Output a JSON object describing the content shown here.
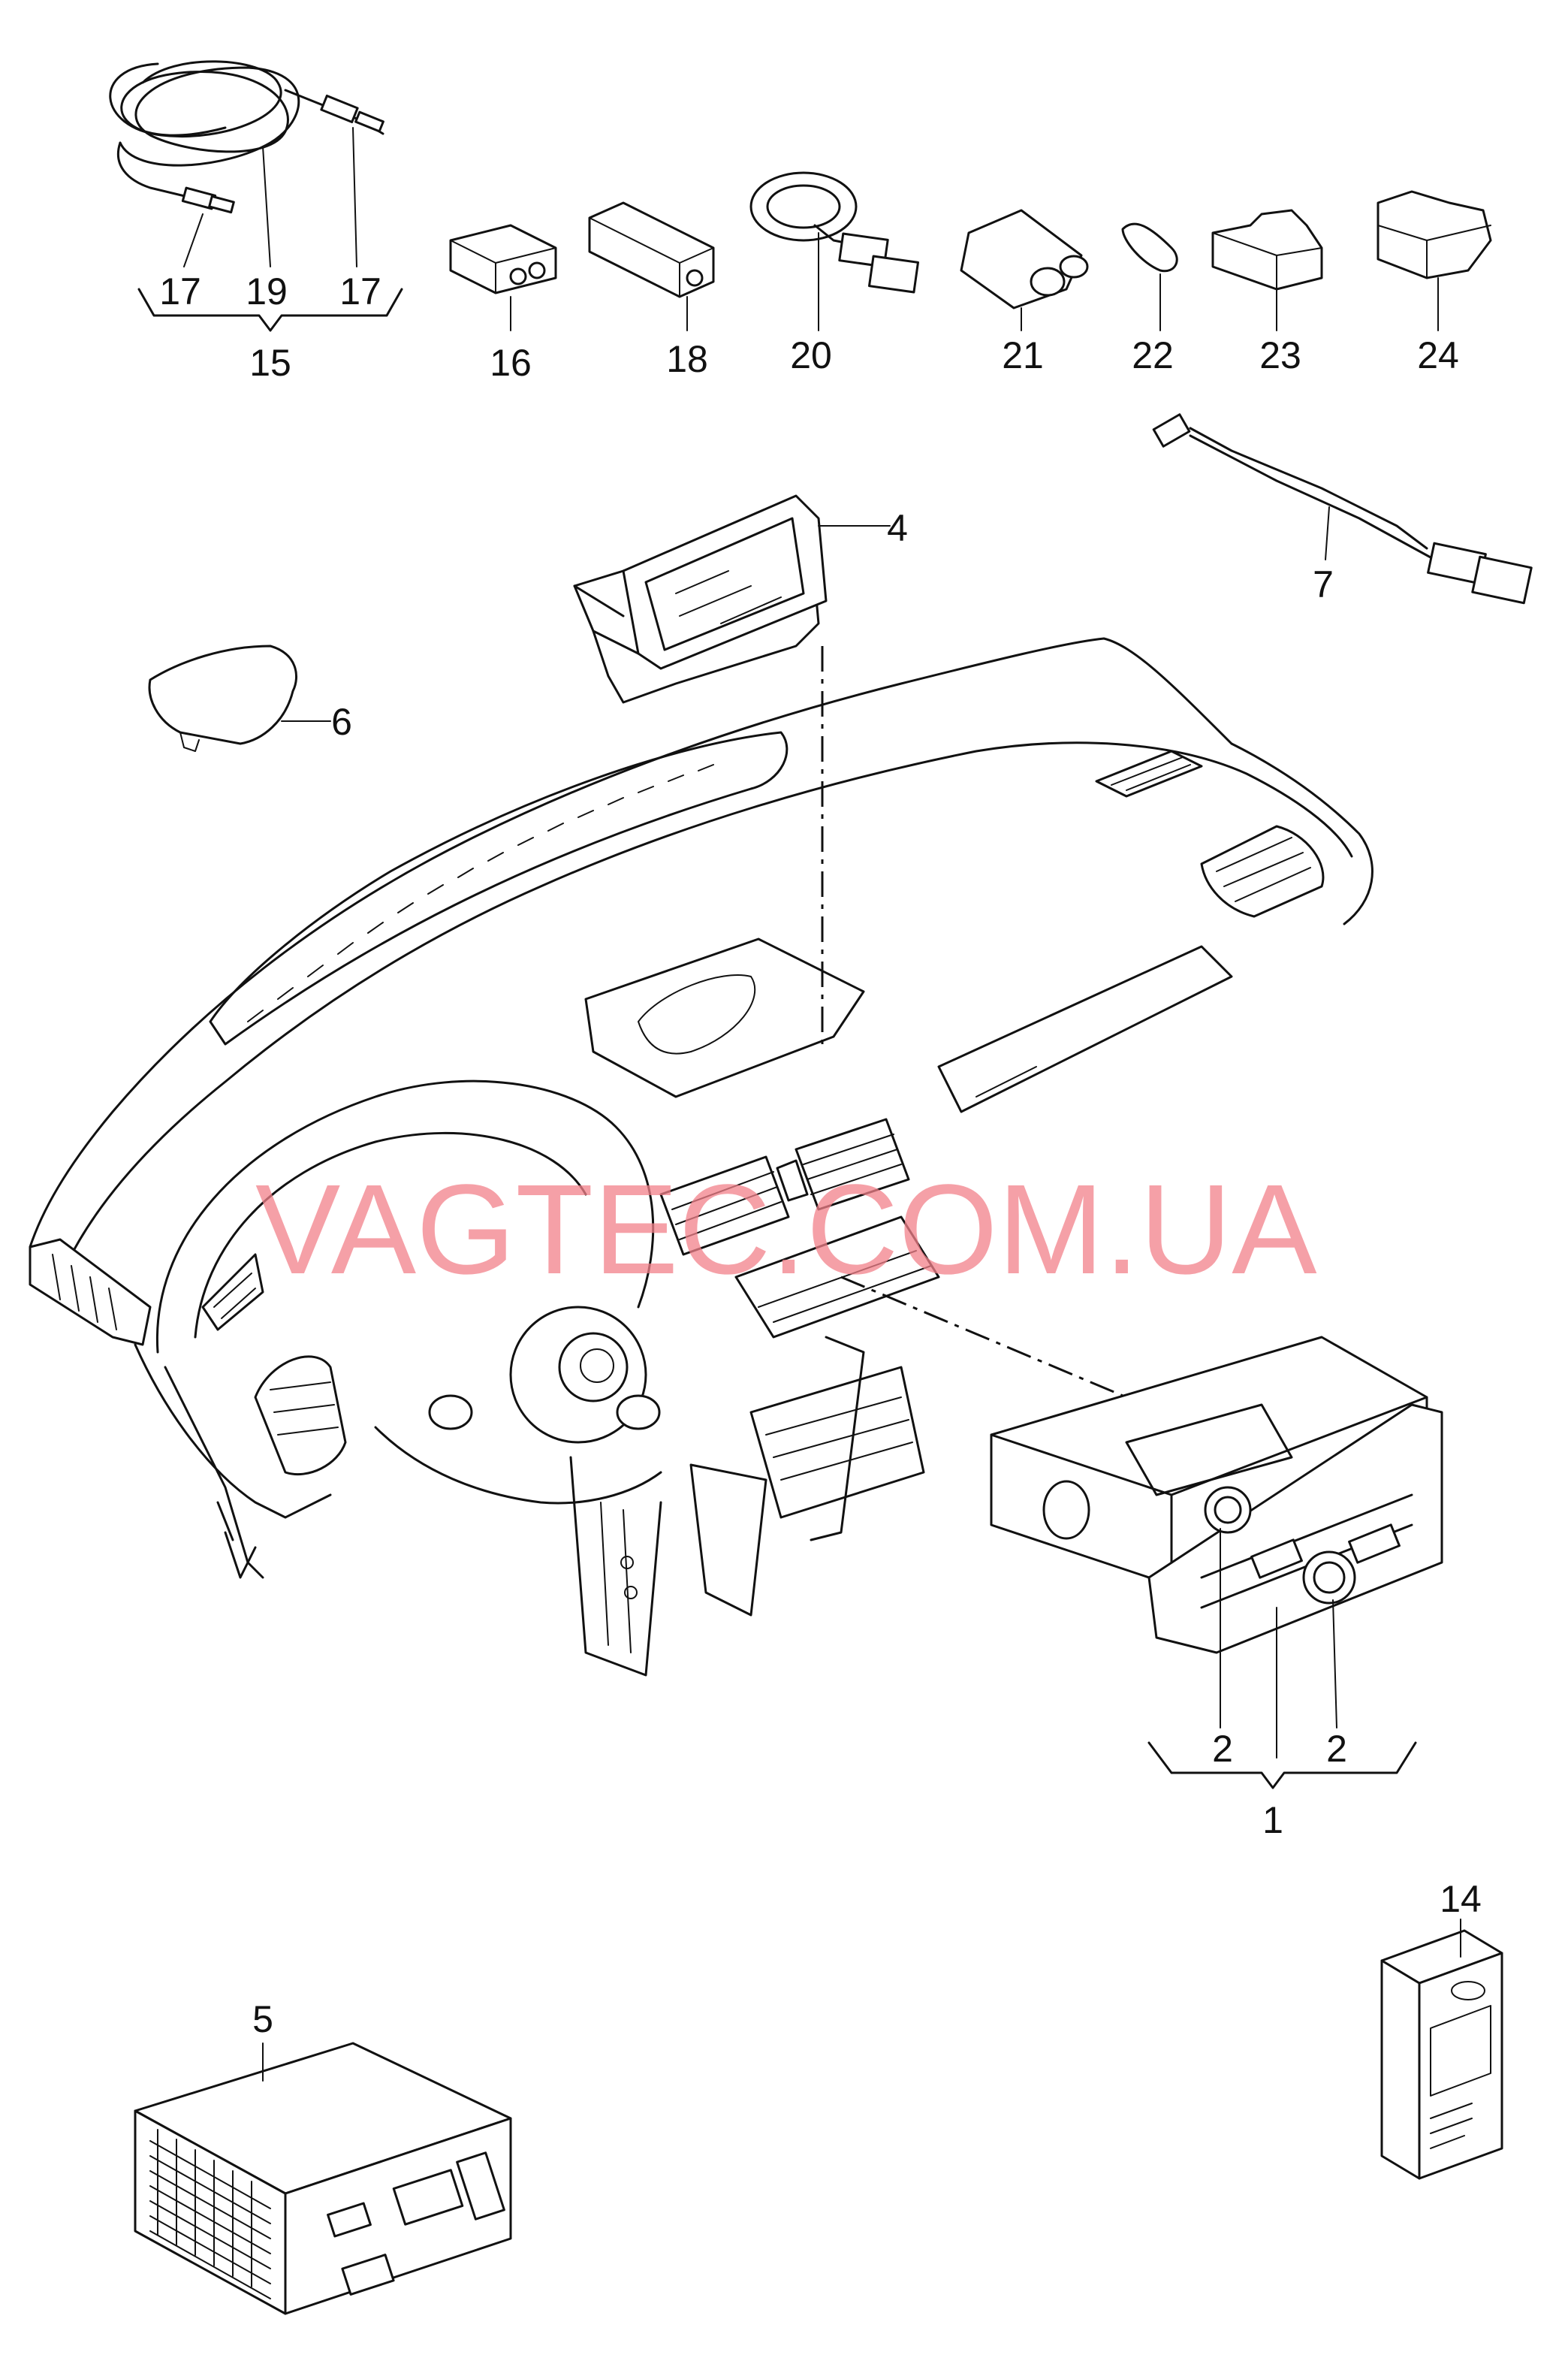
{
  "watermark": "VAGTEC.COM.UA",
  "callouts": {
    "n1": "1",
    "n2a": "2",
    "n2b": "2",
    "n4": "4",
    "n5": "5",
    "n6": "6",
    "n7": "7",
    "n14": "14",
    "n15": "15",
    "n16": "16",
    "n17a": "17",
    "n17b": "17",
    "n18": "18",
    "n19": "19",
    "n20": "20",
    "n21": "21",
    "n22": "22",
    "n23": "23",
    "n24": "24"
  },
  "colors": {
    "line": "#111111",
    "watermark": "#f2808a",
    "background": "#ffffff"
  }
}
